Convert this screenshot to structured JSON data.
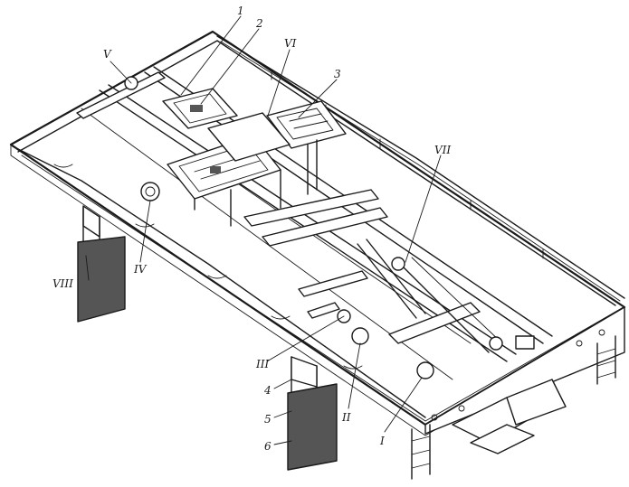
{
  "figure": {
    "callouts": [
      {
        "id": "c1",
        "text": "1"
      },
      {
        "id": "c2",
        "text": "2"
      },
      {
        "id": "c3",
        "text": "3"
      },
      {
        "id": "c4",
        "text": "4"
      },
      {
        "id": "c5",
        "text": "5"
      },
      {
        "id": "c6",
        "text": "6"
      },
      {
        "id": "cI",
        "text": "I"
      },
      {
        "id": "cII",
        "text": "II"
      },
      {
        "id": "cIII",
        "text": "III"
      },
      {
        "id": "cIV",
        "text": "IV"
      },
      {
        "id": "cV",
        "text": "V"
      },
      {
        "id": "cVI",
        "text": "VI"
      },
      {
        "id": "cVII",
        "text": "VII"
      },
      {
        "id": "cVIII",
        "text": "VIII"
      }
    ]
  }
}
